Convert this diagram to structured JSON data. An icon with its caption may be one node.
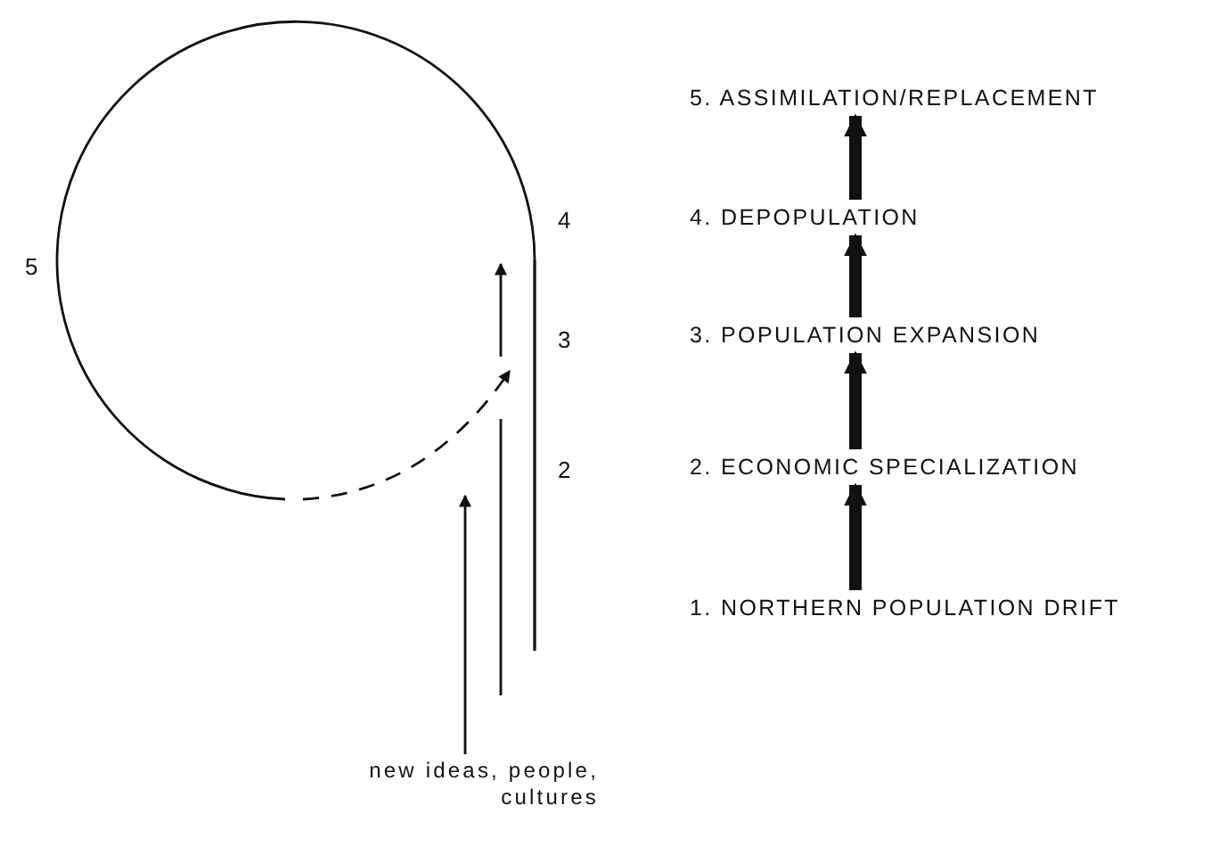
{
  "diagram": {
    "nodes": [
      {
        "text": [
          "5. ASSIMILATION/REPLACEMENT"
        ]
      },
      {
        "text": [
          "4. DEPOPULATION"
        ]
      },
      {
        "text": [
          "3. POPULATION EXPANSION"
        ]
      },
      {
        "text": [
          "2. ECONOMIC SPECIALIZATION"
        ]
      },
      {
        "text": [
          "1. NORTHERN POPULATION DRIFT"
        ]
      },
      {
        "text": [
          "new ideas, people, cultures"
        ]
      }
    ],
    "edges": [
      {
        "from": 4,
        "to": 3,
        "arrow": "to"
      },
      {
        "from": 3,
        "to": 2,
        "arrow": "to"
      },
      {
        "from": 2,
        "to": 1,
        "arrow": "to"
      },
      {
        "from": 1,
        "to": 0,
        "arrow": "to"
      },
      {
        "from": 5,
        "to": null,
        "arrow": "to"
      },
      {
        "from": 5,
        "to": null,
        "arrow": "none"
      },
      {
        "from": 5,
        "to": null,
        "arrow": "none"
      }
    ],
    "labels": [
      "4",
      "5",
      "3",
      "2"
    ]
  }
}
